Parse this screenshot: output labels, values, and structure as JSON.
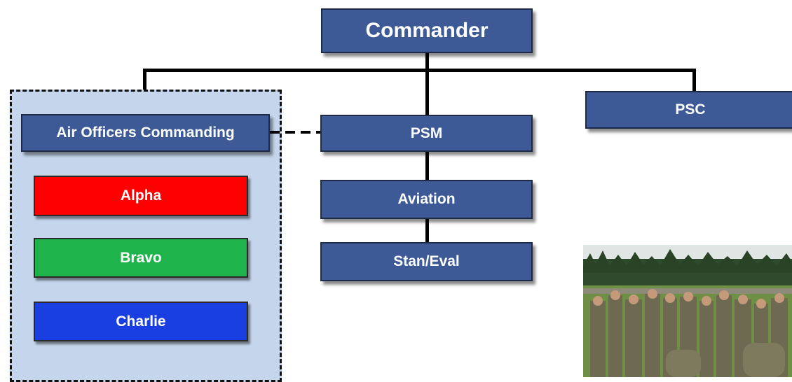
{
  "org_chart": {
    "commander": "Commander",
    "psc": "PSC",
    "psm": "PSM",
    "aviation": "Aviation",
    "stan_eval": "Stan/Eval",
    "aoc": {
      "title": "Air Officers Commanding",
      "teams": [
        {
          "label": "Alpha",
          "color": "#ff0000"
        },
        {
          "label": "Bravo",
          "color": "#1fb34c"
        },
        {
          "label": "Charlie",
          "color": "#1a3fe0"
        }
      ]
    }
  },
  "photo": {
    "icon": "group-photo-icon"
  }
}
